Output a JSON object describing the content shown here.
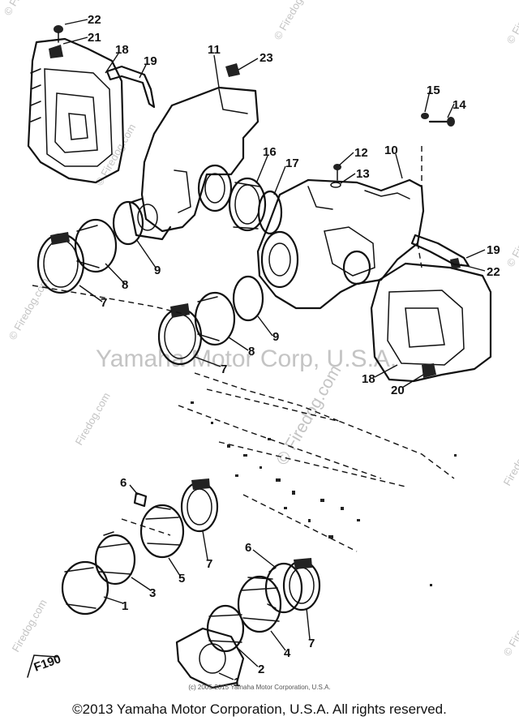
{
  "watermarks": {
    "main": "Yamaha Motor Corp, U.S.A.",
    "site": "Firedog.com",
    "site_small": "© Firedog.com"
  },
  "figure_code": "F190",
  "copyright_fine": "(c) 2005-2015 Yamaha Motor Corporation, U.S.A.",
  "copyright_main": "©2013 Yamaha Motor Corporation, U.S.A. All rights reserved.",
  "callouts": [
    {
      "id": "22",
      "label": "22"
    },
    {
      "id": "21",
      "label": "21"
    },
    {
      "id": "18a",
      "label": "18"
    },
    {
      "id": "19a",
      "label": "19"
    },
    {
      "id": "11",
      "label": "11"
    },
    {
      "id": "23",
      "label": "23"
    },
    {
      "id": "15",
      "label": "15"
    },
    {
      "id": "14",
      "label": "14"
    },
    {
      "id": "10",
      "label": "10"
    },
    {
      "id": "12",
      "label": "12"
    },
    {
      "id": "13",
      "label": "13"
    },
    {
      "id": "16",
      "label": "16"
    },
    {
      "id": "17",
      "label": "17"
    },
    {
      "id": "9a",
      "label": "9"
    },
    {
      "id": "8a",
      "label": "8"
    },
    {
      "id": "7a",
      "label": "7"
    },
    {
      "id": "19b",
      "label": "19"
    },
    {
      "id": "22b",
      "label": "22"
    },
    {
      "id": "9b",
      "label": "9"
    },
    {
      "id": "8b",
      "label": "8"
    },
    {
      "id": "7b",
      "label": "7"
    },
    {
      "id": "18b",
      "label": "18"
    },
    {
      "id": "20",
      "label": "20"
    },
    {
      "id": "6a",
      "label": "6"
    },
    {
      "id": "7c",
      "label": "7"
    },
    {
      "id": "5",
      "label": "5"
    },
    {
      "id": "3",
      "label": "3"
    },
    {
      "id": "1a",
      "label": "1"
    },
    {
      "id": "6b",
      "label": "6"
    },
    {
      "id": "7d",
      "label": "7"
    },
    {
      "id": "4",
      "label": "4"
    },
    {
      "id": "2",
      "label": "2"
    },
    {
      "id": "1b",
      "label": "1"
    }
  ]
}
